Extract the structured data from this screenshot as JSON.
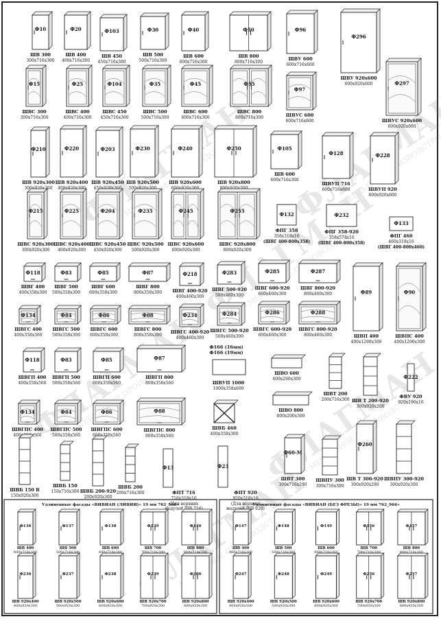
{
  "items": [
    {
      "code": "Ф10",
      "name": "ШВ 300",
      "size": "300x716x300"
    },
    {
      "code": "Ф20",
      "name": "ШВ 400",
      "size": "400x716x300"
    },
    {
      "code": "Ф103",
      "name": "ШВ 450",
      "size": "450x716x300"
    },
    {
      "code": "Ф30",
      "name": "ШВ 500",
      "size": "500x716x300"
    },
    {
      "code": "Ф40",
      "name": "ШВ 600",
      "size": "600x716x300"
    },
    {
      "code": "Ф50",
      "name": "ШВ 800",
      "size": "800x716x300"
    },
    {
      "code": "Ф96",
      "name": "ШВУ 600",
      "size": "600x716x600"
    },
    {
      "code": "Ф296",
      "name": "ШВУ 920x600",
      "size": "600x920x600"
    },
    {
      "code": "Ф15",
      "name": "ШВС 300",
      "size": "300x716x300"
    },
    {
      "code": "Ф25",
      "name": "ШВС 400",
      "size": "400x716x300"
    },
    {
      "code": "Ф104",
      "name": "ШВС 450",
      "size": "450x716x300"
    },
    {
      "code": "Ф35",
      "name": "ШВС 500",
      "size": "500x716x300"
    },
    {
      "code": "Ф45",
      "name": "ШВС 600",
      "size": "600x716x300"
    },
    {
      "code": "Ф55",
      "name": "ШВС 800",
      "size": "800x716x300"
    },
    {
      "code": "Ф97",
      "name": "ШВУС 600",
      "size": "600x716x600"
    },
    {
      "code": "Ф297",
      "name": "ШВУС 920x600",
      "size": "600x920x600"
    },
    {
      "code": "Ф210",
      "name": "ШВ 920x300",
      "size": "300x920x300"
    },
    {
      "code": "Ф220",
      "name": "ШВ 920x400",
      "size": "400x920x300"
    },
    {
      "code": "Ф203",
      "name": "ШВ 920x450",
      "size": "450x920x300"
    },
    {
      "code": "Ф230",
      "name": "ШВ 920x500",
      "size": "500x920x300"
    },
    {
      "code": "Ф240",
      "name": "ШВ 920x600",
      "size": "600x920x300"
    },
    {
      "code": "Ф250",
      "name": "ШВ 920x800",
      "size": "800x920x300"
    },
    {
      "code": "Ф105",
      "name": "ШВ 600",
      "size": "600x716x300"
    },
    {
      "code": "Ф128",
      "name": "ШВУП 716",
      "size": "600x716x600"
    },
    {
      "code": "Ф228",
      "name": "ШВУП 920",
      "size": "600x920x600"
    },
    {
      "code": "Ф215",
      "name": "ШВС 920x300",
      "size": "300x920x300"
    },
    {
      "code": "Ф225",
      "name": "ШВС 920x400",
      "size": "400x920x300"
    },
    {
      "code": "Ф204",
      "name": "ШВС 920x450",
      "size": "450x920x300"
    },
    {
      "code": "Ф235",
      "name": "ШВС 920x500",
      "size": "500x920x300"
    },
    {
      "code": "Ф245",
      "name": "ШВС 920x600",
      "size": "600x920x300"
    },
    {
      "code": "Ф255",
      "name": "ШВС 920x800",
      "size": "800x920x300"
    },
    {
      "code": "Ф132",
      "name": "ФПГ 358",
      "size": "358x318x16",
      "note": "(ШВГ 400-800x358)"
    },
    {
      "code": "Ф232",
      "name": "ФПГ 358-920",
      "size": "358x574x16",
      "note": "(ШВГ 400-800x358)"
    },
    {
      "code": "Ф133",
      "name": "ФПГ 460",
      "size": "460x318x16",
      "note": "(ШВГ 400-800x460)"
    },
    {
      "code": "Ф118",
      "name": "ШВГ 400",
      "size": "400x358x300"
    },
    {
      "code": "Ф83",
      "name": "ШВГ 500",
      "size": "500x358x300"
    },
    {
      "code": "Ф85",
      "name": "ШВГ 600",
      "size": "600x358x300"
    },
    {
      "code": "Ф87",
      "name": "ШВГ 800",
      "size": "800x358x300"
    },
    {
      "code": "Ф218",
      "name": "ШВГ 400-920",
      "size": "400x460x300"
    },
    {
      "code": "Ф283",
      "name": "ШВГ 500-920",
      "size": "500x460x300"
    },
    {
      "code": "Ф285",
      "name": "ШВГ 600-920",
      "size": "600x460x300"
    },
    {
      "code": "Ф287",
      "name": "ШВГ 800-920",
      "size": "800x460x300"
    },
    {
      "code": "Ф89",
      "name": "ШВП 400",
      "size": "400x1290x300"
    },
    {
      "code": "Ф90",
      "name": "ШВПС 400",
      "size": "400x1290x300"
    },
    {
      "code": "Ф134",
      "name": "ШВГС 400",
      "size": "400x358x300"
    },
    {
      "code": "Ф84",
      "name": "ШВГС 500",
      "size": "500x358x300"
    },
    {
      "code": "Ф86",
      "name": "ШВГС 600",
      "size": "600x358x300"
    },
    {
      "code": "Ф88",
      "name": "ШВГС 800",
      "size": "800x358x300"
    },
    {
      "code": "Ф234",
      "name": "ШВГС 400-920",
      "size": "400x460x300"
    },
    {
      "code": "Ф284",
      "name": "ШВГС 500-920",
      "size": "500x460x300"
    },
    {
      "code": "Ф286",
      "name": "ШВГС 600-920",
      "size": "600x460x300"
    },
    {
      "code": "Ф288",
      "name": "ШВГС 800-920",
      "size": "800x460x300"
    },
    {
      "code": "Ф118",
      "name": "ШВГП 400",
      "size": "400x358x560"
    },
    {
      "code": "Ф83",
      "name": "ШВГП 500",
      "size": "500x358x560"
    },
    {
      "code": "Ф85",
      "name": "ШВГП 600",
      "size": "600x358x560"
    },
    {
      "code": "Ф87",
      "name": "ШВГП 800",
      "size": "800x358x560"
    },
    {
      "code": "",
      "name": "ШВО 600",
      "size": "600x200x300"
    },
    {
      "code": "",
      "name": "ШВТ 200",
      "size": "200x716x300"
    },
    {
      "code": "",
      "name": "ШВ Т 200-920",
      "size": "300x920x200"
    },
    {
      "code": "Ф222",
      "name": "ФВУ 920",
      "size": "920x196x16"
    },
    {
      "code": "",
      "name": "ШВО 800",
      "size": "800x200x300"
    },
    {
      "code": "Ф134",
      "name": "ШВГПС 400",
      "size": "400x358x560"
    },
    {
      "code": "Ф84",
      "name": "ШВГПС 500",
      "size": "500x358x560"
    },
    {
      "code": "Ф86",
      "name": "ШВГПС 600",
      "size": "600x358x560"
    },
    {
      "code": "Ф88",
      "name": "ШВГПС 800",
      "size": "800x358x560"
    },
    {
      "code": "",
      "name": "ШВБ 460",
      "size": "400x358x300"
    },
    {
      "code": "",
      "name": "ШВБ 150 В",
      "size": "150x920x300"
    },
    {
      "code": "",
      "name": "ШВБ 150",
      "size": "150x716x300"
    },
    {
      "code": "",
      "name": "ШВБ 200-920",
      "size": "200x920x300"
    },
    {
      "code": "",
      "name": "ШВБ 200",
      "size": "200x716x300"
    },
    {
      "code": "Ф13",
      "name": "ФПТ 716",
      "size": "716x318x16",
      "note": "(Для верхних модулей ШВ 716)"
    },
    {
      "code": "Ф23",
      "name": "ФПТ 920",
      "size": "920x318x16",
      "note": "(Для верхних модулей ШВ 920)"
    },
    {
      "code": "Ф60-М",
      "name": "ШВТ 300",
      "size": "300x716x290"
    },
    {
      "code": "",
      "name": "ШВПУ 300",
      "size": "300x716x300"
    },
    {
      "code": "Ф260",
      "name": "ШВ Т 300-920",
      "size": "300x920x290"
    },
    {
      "code": "",
      "name": "ШВПУ 300-920",
      "size": "300x920x300"
    }
  ],
  "extra_labels": [
    {
      "text": "Ф166 (16мм)"
    },
    {
      "text": "Ф166 (19мм)"
    },
    {
      "text": "ШВУП 1000",
      "size": "1000x358x600"
    }
  ],
  "panels": [
    {
      "title": "Удлиненные фасады «ВИВИАН (ЛИВИИ)» 19 мм 762_966»",
      "items": [
        {
          "code": "Ф136",
          "name": "ШВ 400",
          "size": "400x716x300"
        },
        {
          "code": "Ф137",
          "name": "ШВ 500",
          "size": "500x716x300"
        },
        {
          "code": "Ф138",
          "name": "ШВ 600",
          "size": "600x716x300"
        },
        {
          "code": "Ф139",
          "name": "ШВ 700",
          "size": "700x716x300"
        },
        {
          "code": "Ф140",
          "name": "ШВ 800",
          "size": "800x716x300"
        },
        {
          "code": "Ф236",
          "name": "ШВ 920x400",
          "size": "400x920x300"
        },
        {
          "code": "Ф237",
          "name": "ШВ 920x500",
          "size": "500x920x300"
        },
        {
          "code": "Ф238",
          "name": "ШВ 920x600",
          "size": "600x920x300"
        },
        {
          "code": "Ф239",
          "name": "ШВ 920x700",
          "size": "700x920x300"
        },
        {
          "code": "Ф286",
          "name": "ШВ 920x800",
          "size": "800x920x300"
        }
      ]
    },
    {
      "title": "Удлиненные фасады «ВИВИАН (БЕЗ ФРЕЗЫ)» 19 мм 762_966»",
      "items": [
        {
          "code": "Ф147",
          "name": "ШВ 400",
          "size": "400x716x300"
        },
        {
          "code": "Ф148",
          "name": "ШВ 500",
          "size": "500x716x300"
        },
        {
          "code": "Ф149",
          "name": "ШВ 600",
          "size": "600x716x300"
        },
        {
          "code": "Ф156",
          "name": "ШВ 700",
          "size": "700x716x300"
        },
        {
          "code": "Ф157",
          "name": "ШВ 800",
          "size": "800x716x300"
        },
        {
          "code": "Ф247",
          "name": "ШВ 920x400",
          "size": "400x920x300"
        },
        {
          "code": "Ф248",
          "name": "ШВ 920x500",
          "size": "500x920x300"
        },
        {
          "code": "Ф249",
          "name": "ШВ 920x600",
          "size": "600x920x300"
        },
        {
          "code": "Ф256",
          "name": "ШВ 920x700",
          "size": "700x920x300"
        },
        {
          "code": "Ф257",
          "name": "ШВ 920x800",
          "size": "800x920x300"
        }
      ]
    }
  ],
  "watermark": "ФЛАГМАН",
  "watermark_sub": "МЕБЕЛЬНОЕ ПРОИЗВОДСТВО"
}
